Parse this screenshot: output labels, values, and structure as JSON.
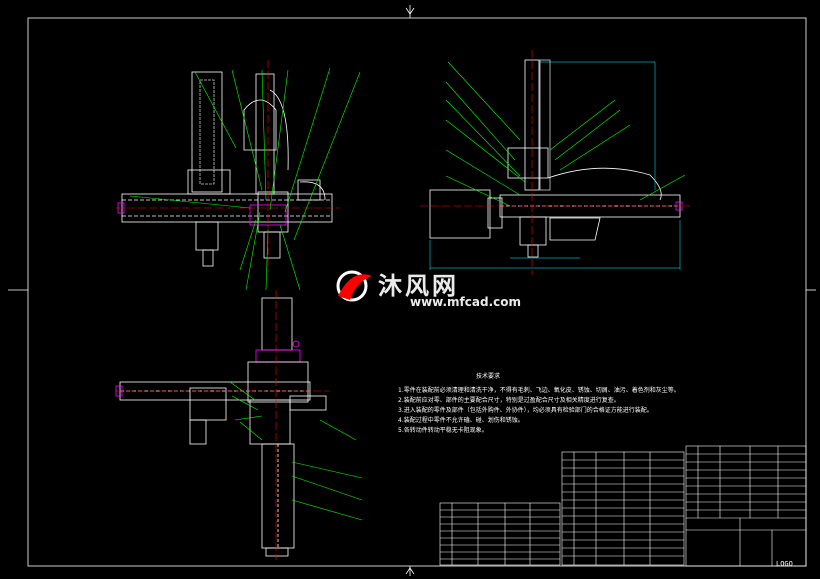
{
  "watermark": {
    "brand_cn": "沐风网",
    "brand_en": "www.mfcad.com"
  },
  "notes": {
    "title": "技术要求",
    "lines": [
      "1.零件在装配前必须清理和清洗干净，不得有毛刺、飞边、氧化皮、锈蚀、切屑、油污、着色剂和灰尘等。",
      "2.装配前应对零、部件的主要配合尺寸，特别是过盈配合尺寸及相关精度进行复查。",
      "3.进入装配的零件及部件（包括外购件、外协件），均必须具有检验部门的合格证方能进行装配。",
      "4.装配过程中零件不允许磕、碰、划伤和锈蚀。",
      "5.各转动件转动平稳无卡阻现象。"
    ]
  },
  "title_block": {
    "code": "LOGO"
  },
  "colors": {
    "line": "#ffffff",
    "leader": "#00ff00",
    "part": "#ff00ff",
    "dim": "#00ffff",
    "axis": "#ff0000",
    "hatch": "#ffff00"
  }
}
